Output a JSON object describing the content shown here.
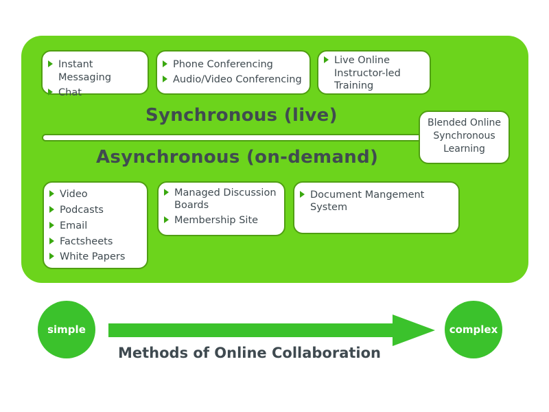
{
  "synchronous": {
    "title": "Synchronous (live)",
    "boxes": [
      {
        "items": [
          "Instant Messaging",
          "Chat"
        ]
      },
      {
        "items": [
          "Phone Conferencing",
          "Audio/Video Conferencing"
        ]
      },
      {
        "items": [
          "Live Online Instructor-led Training"
        ]
      }
    ]
  },
  "asynchronous": {
    "title": "Asynchronous (on-demand)",
    "boxes": [
      {
        "items": [
          "Video",
          "Podcasts",
          "Email",
          "Factsheets",
          "White Papers"
        ]
      },
      {
        "items": [
          "Managed Discussion Boards",
          "Membership Site"
        ]
      },
      {
        "items": [
          "Document Mangement System"
        ]
      }
    ]
  },
  "blended": {
    "lines": [
      "Blended Online",
      "Synchronous",
      "Learning"
    ]
  },
  "scale": {
    "start": "simple",
    "end": "complex",
    "caption": "Methods of Online Collaboration"
  },
  "colors": {
    "panel": "#6cd41c",
    "circle": "#3bc22c",
    "arrow": "#3bc22c",
    "text": "#404b50"
  }
}
